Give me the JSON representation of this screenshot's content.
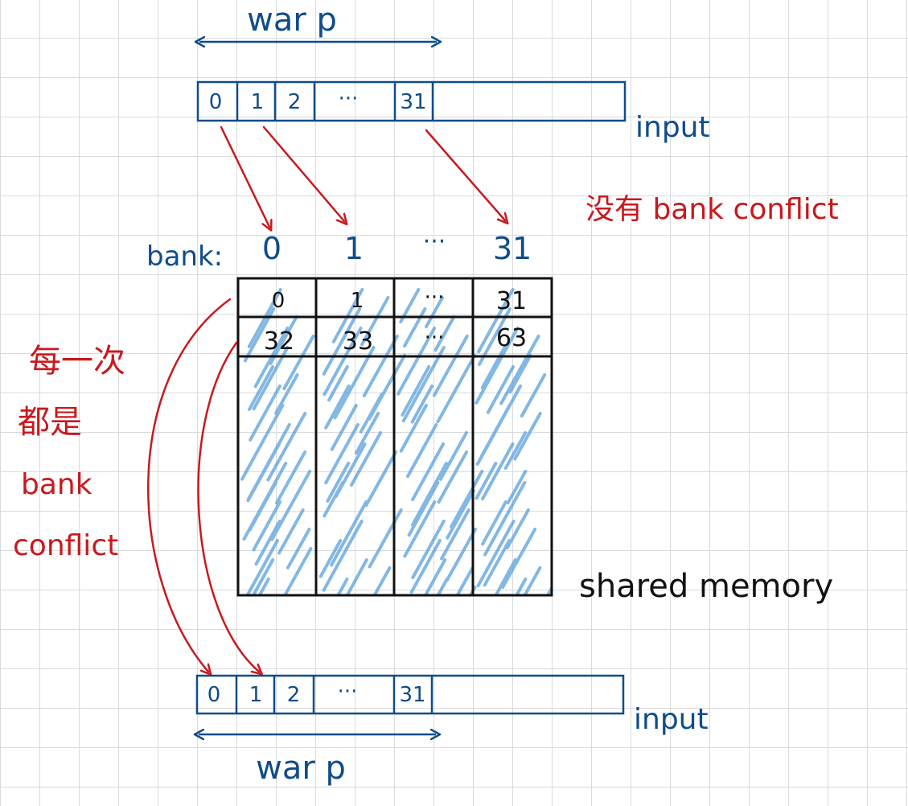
{
  "top": {
    "warp_label": "war p",
    "cells": [
      "0",
      "1",
      "2",
      "···",
      "31"
    ],
    "buffer_label": "input"
  },
  "no_conflict_label": "没有 bank conflict",
  "banks": {
    "prefix": "bank:",
    "labels": [
      "0",
      "1",
      "···",
      "31"
    ]
  },
  "shared_memory": {
    "row1": [
      "0",
      "1",
      "···",
      "31"
    ],
    "row2": [
      "32",
      "33",
      "···",
      "63"
    ],
    "label": "shared memory"
  },
  "conflict_label": [
    "每一次",
    "都是",
    "bank",
    "conflict"
  ],
  "bottom": {
    "cells": [
      "0",
      "1",
      "2",
      "···",
      "31"
    ],
    "buffer_label": "input",
    "warp_label": "war p"
  },
  "colors": {
    "ink_blue": "#0f4c8a",
    "ink_red": "#c8191e",
    "ink_black": "#111111",
    "hatch_blue": "#5aa0dc",
    "grid": "#d9dadd"
  }
}
